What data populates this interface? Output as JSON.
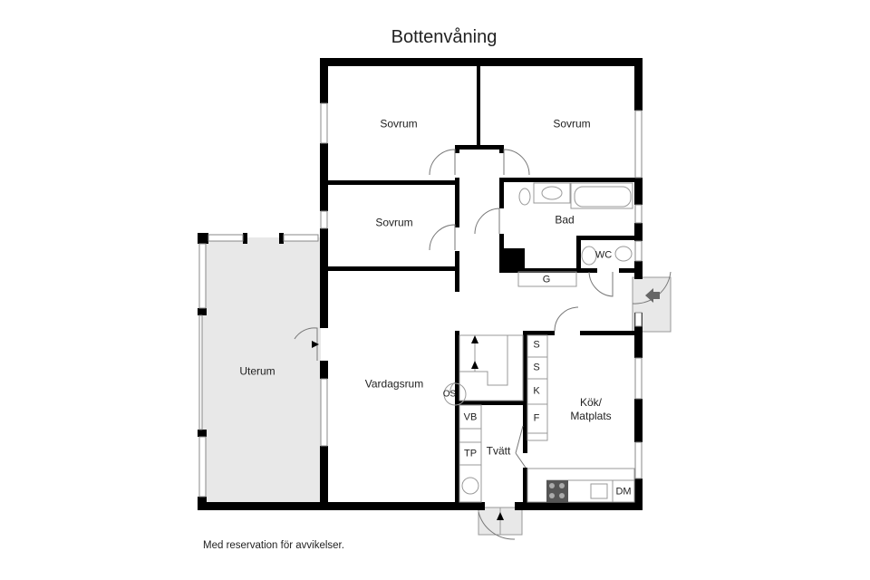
{
  "title": "Bottenvåning",
  "disclaimer": "Med reservation för avvikelser.",
  "colors": {
    "wall": "#000000",
    "uterum_fill": "#e8e8e8",
    "fixture_line": "#999999",
    "background": "#ffffff"
  },
  "rooms": [
    {
      "id": "sovrum_1",
      "label": "Sovrum"
    },
    {
      "id": "sovrum_2",
      "label": "Sovrum"
    },
    {
      "id": "sovrum_3",
      "label": "Sovrum"
    },
    {
      "id": "bad",
      "label": "Bad"
    },
    {
      "id": "wc",
      "label": "WC"
    },
    {
      "id": "uterum",
      "label": "Uterum"
    },
    {
      "id": "vardagsrum",
      "label": "Vardagsrum"
    },
    {
      "id": "kok",
      "label": "Kök/ Matplats"
    },
    {
      "id": "tvatt",
      "label": "Tvätt"
    }
  ],
  "fixtures": {
    "g": "G",
    "os": "OS",
    "vb": "VB",
    "tp": "TP",
    "dm": "DM",
    "kitchen_units": [
      "S",
      "S",
      "K",
      "F"
    ]
  }
}
